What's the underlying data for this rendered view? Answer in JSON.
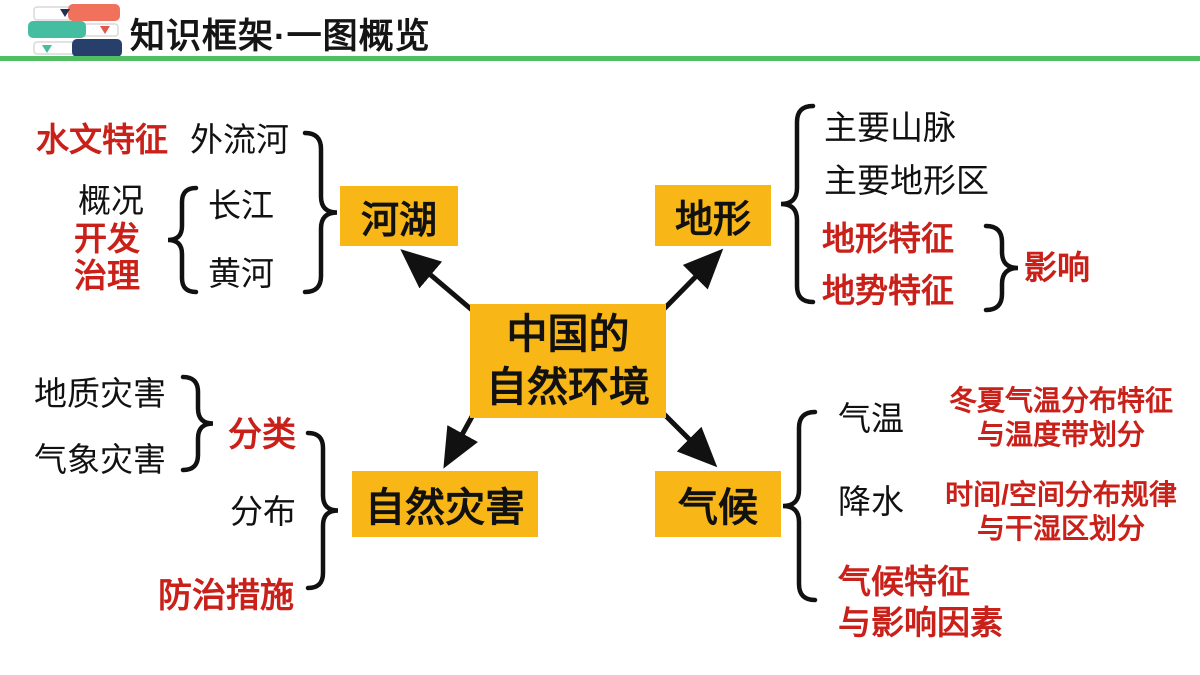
{
  "header": {
    "title": "知识框架·一图概览",
    "logo_icon": "stacked-books-icon"
  },
  "colors": {
    "box_yellow": "#F8B716",
    "emphasis_red": "#C9201A",
    "text_black": "#111111",
    "rule_green": "#52BE63"
  },
  "center": {
    "line1": "中国的",
    "line2": "自然环境"
  },
  "branches": {
    "rivers": {
      "box": "河湖",
      "hydro_features": "水文特征",
      "outflow_rivers": "外流河",
      "overview": "概况",
      "development": "开发",
      "management": "治理",
      "yangtze": "长江",
      "yellow_river": "黄河"
    },
    "terrain": {
      "box": "地形",
      "items": [
        "主要山脉",
        "主要地形区",
        "地形特征",
        "地势特征"
      ],
      "influence": "影响"
    },
    "disasters": {
      "box": "自然灾害",
      "geological": "地质灾害",
      "meteorological": "气象灾害",
      "classification": "分类",
      "distribution": "分布",
      "prevention": "防治措施"
    },
    "climate": {
      "box": "气候",
      "temperature": "气温",
      "precipitation": "降水",
      "temp_note_line1": "冬夏气温分布特征",
      "temp_note_line2": "与温度带划分",
      "precip_note_line1": "时间/空间分布规律",
      "precip_note_line2": "与干湿区划分",
      "feature_line1": "气候特征",
      "feature_line2": "与影响因素"
    }
  }
}
